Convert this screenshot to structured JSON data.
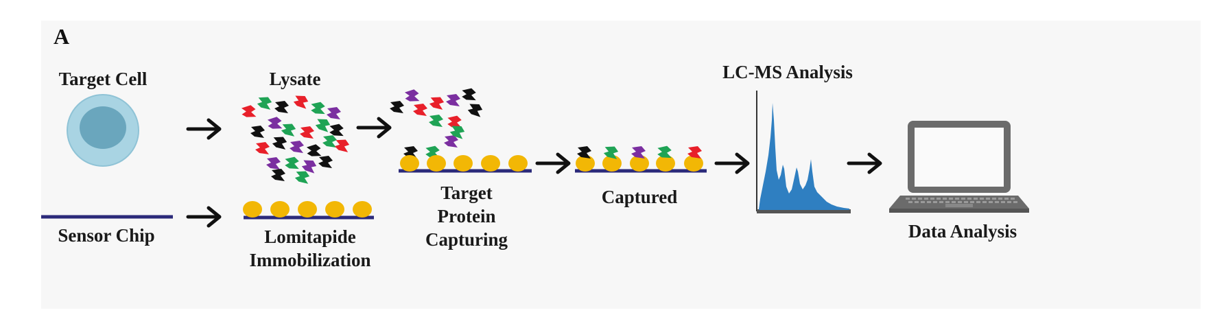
{
  "panel_label": "A",
  "labels": {
    "target_cell": "Target Cell",
    "lysate": "Lysate",
    "lc_ms": "LC-MS Analysis",
    "sensor_chip": "Sensor Chip",
    "lomitapide_1": "Lomitapide",
    "lomitapide_2": "Immobilization",
    "capturing_1": "Target",
    "capturing_2": "Protein",
    "capturing_3": "Capturing",
    "captured": "Captured",
    "data_analysis": "Data Analysis"
  },
  "colors": {
    "protein_red": "#e8202a",
    "protein_green": "#1fa355",
    "protein_purple": "#7b2fa0",
    "protein_black": "#111111",
    "bead_gold": "#f2b705",
    "chip_line": "#2b2a7a",
    "cell_outer": "#a9d4e3",
    "cell_nucleus": "#6aa6bd",
    "spectrum_blue": "#2f7fc1",
    "laptop_gray": "#6b6b6b"
  },
  "icons": [
    "cell-icon",
    "protein-icon",
    "bead-icon",
    "spectrum-icon",
    "laptop-icon",
    "arrow-icon"
  ]
}
